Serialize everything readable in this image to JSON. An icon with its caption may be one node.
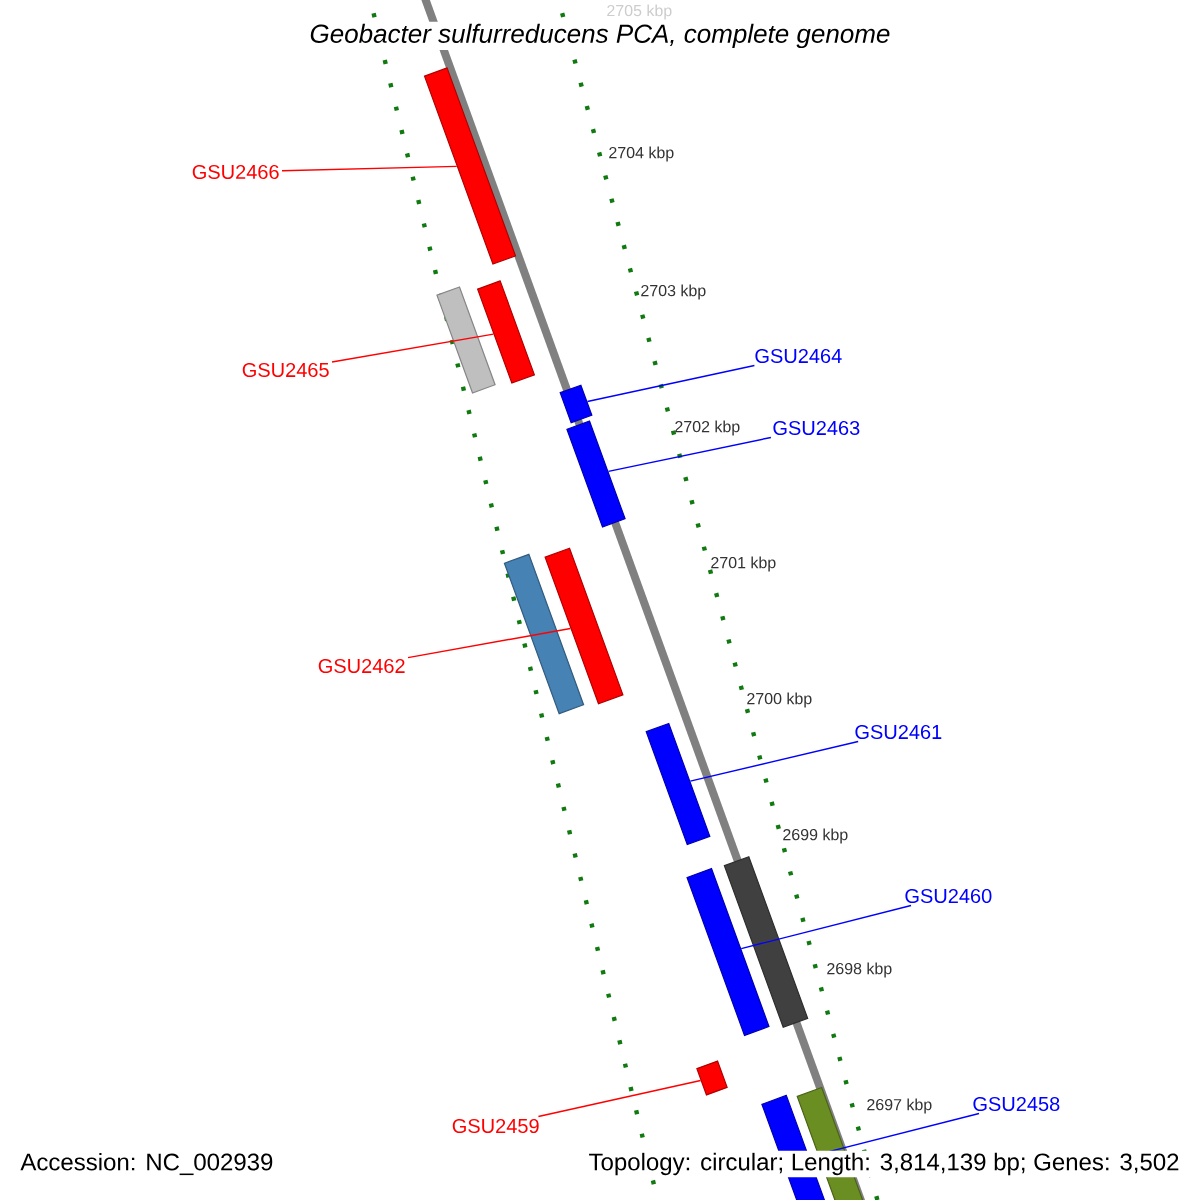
{
  "diagram": {
    "title": "Geobacter sulfurreducens PCA, complete genome",
    "nodes": [
      {
        "text": [
          "GSU2466"
        ]
      },
      {
        "text": [],
        "shape": "bar"
      },
      {
        "text": [],
        "shape": "bar"
      },
      {
        "text": [],
        "shape": "bar"
      },
      {
        "text": [
          "GSU2465"
        ]
      },
      {
        "text": [
          "GSU2464"
        ]
      },
      {
        "text": [],
        "shape": "bar"
      },
      {
        "text": [
          "GSU2463"
        ]
      },
      {
        "text": [],
        "shape": "bar"
      },
      {
        "text": [],
        "shape": "bar"
      },
      {
        "text": [],
        "shape": "bar"
      },
      {
        "text": [
          "GSU2462"
        ]
      },
      {
        "text": [
          "GSU2461"
        ]
      },
      {
        "text": [],
        "shape": "bar"
      },
      {
        "text": [
          "GSU2460"
        ]
      },
      {
        "text": [],
        "shape": "bar"
      },
      {
        "text": [],
        "shape": "bar"
      },
      {
        "text": [],
        "shape": "bar"
      },
      {
        "text": [
          "GSU2459"
        ]
      },
      {
        "text": [
          "GSU2458"
        ]
      },
      {
        "text": [],
        "shape": "bar"
      },
      {
        "text": [],
        "shape": "bar"
      }
    ],
    "edges": [
      {
        "from": 0,
        "to": 1,
        "arrow": "none",
        "color": "#ff0000"
      },
      {
        "from": 4,
        "to": 3,
        "arrow": "none",
        "color": "#ff0000"
      },
      {
        "from": 5,
        "to": 6,
        "arrow": "none"
      },
      {
        "from": 7,
        "to": 8,
        "arrow": "none"
      },
      {
        "from": 11,
        "to": 10,
        "arrow": "none",
        "color": "#ff0000"
      },
      {
        "from": 12,
        "to": 13,
        "arrow": "none"
      },
      {
        "from": 14,
        "to": 16,
        "arrow": "none"
      },
      {
        "from": 18,
        "to": 17,
        "arrow": "none",
        "color": "#ff0000"
      },
      {
        "from": 19,
        "to": 20,
        "arrow": "none"
      }
    ],
    "labels": [
      "2705 kbp",
      "2704 kbp",
      "2703 kbp",
      "2702 kbp",
      "2701 kbp",
      "2700 kbp",
      "2699 kbp",
      "2698 kbp",
      "2697 kbp",
      "Accession: NC_002939",
      "Topology: circular; Length: 3,814,139 bp; Genes: 3,502"
    ]
  }
}
